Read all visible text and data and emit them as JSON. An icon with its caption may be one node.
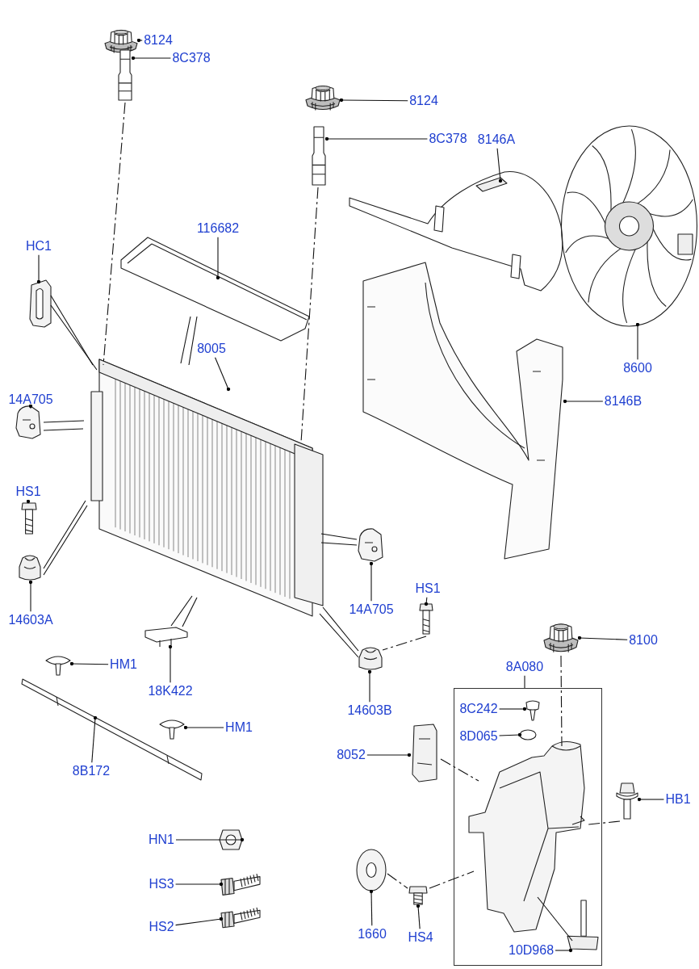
{
  "diagram": {
    "nodes": [
      {
        "text": [
          "8124"
        ]
      },
      {
        "text": [],
        "shape": "picture"
      },
      {
        "text": [
          "8C378"
        ]
      },
      {
        "text": [],
        "shape": "picture"
      },
      {
        "text": [
          "8124"
        ]
      },
      {
        "text": [],
        "shape": "picture"
      },
      {
        "text": [
          "8C378"
        ]
      },
      {
        "text": [],
        "shape": "picture"
      },
      {
        "text": [
          "8146A"
        ]
      },
      {
        "text": [],
        "shape": "picture"
      },
      {
        "text": [
          "116682"
        ]
      },
      {
        "text": [],
        "shape": "picture"
      },
      {
        "text": [
          "HC1"
        ]
      },
      {
        "text": [],
        "shape": "picture"
      },
      {
        "text": [
          "8005"
        ]
      },
      {
        "text": [],
        "shape": "picture"
      },
      {
        "text": [
          "8600"
        ]
      },
      {
        "text": [],
        "shape": "picture"
      },
      {
        "text": [
          "14A705"
        ]
      },
      {
        "text": [],
        "shape": "picture"
      },
      {
        "text": [
          "8146B"
        ]
      },
      {
        "text": [],
        "shape": "picture"
      },
      {
        "text": [
          "HS1"
        ]
      },
      {
        "text": [],
        "shape": "picture"
      },
      {
        "text": [
          "14603A"
        ]
      },
      {
        "text": [],
        "shape": "picture"
      },
      {
        "text": [
          "14A705"
        ]
      },
      {
        "text": [],
        "shape": "picture"
      },
      {
        "text": [
          "HS1"
        ]
      },
      {
        "text": [],
        "shape": "picture"
      },
      {
        "text": [
          "18K422"
        ]
      },
      {
        "text": [],
        "shape": "picture"
      },
      {
        "text": [
          "HM1"
        ]
      },
      {
        "text": [],
        "shape": "picture"
      },
      {
        "text": [
          "8B172"
        ]
      },
      {
        "text": [],
        "shape": "picture"
      },
      {
        "text": [
          "HM1"
        ]
      },
      {
        "text": [],
        "shape": "picture"
      },
      {
        "text": [
          "14603B"
        ]
      },
      {
        "text": [],
        "shape": "picture"
      },
      {
        "text": [
          "8100"
        ]
      },
      {
        "text": [],
        "shape": "picture"
      },
      {
        "text": [
          "8A080"
        ]
      },
      {
        "text": [],
        "shape": "box"
      },
      {
        "text": [
          "8C242"
        ],
        "in": 43
      },
      {
        "text": [],
        "shape": "picture",
        "in": 43
      },
      {
        "text": [
          "8D065"
        ],
        "in": 43
      },
      {
        "text": [],
        "shape": "picture",
        "in": 43
      },
      {
        "text": [
          "8052"
        ]
      },
      {
        "text": [],
        "shape": "picture"
      },
      {
        "text": [],
        "shape": "picture",
        "in": 43
      },
      {
        "text": [
          "HB1"
        ]
      },
      {
        "text": [],
        "shape": "picture"
      },
      {
        "text": [
          "HN1"
        ]
      },
      {
        "text": [],
        "shape": "picture"
      },
      {
        "text": [
          "HS3"
        ]
      },
      {
        "text": [],
        "shape": "picture"
      },
      {
        "text": [
          "HS2"
        ]
      },
      {
        "text": [],
        "shape": "picture"
      },
      {
        "text": [
          "1660"
        ]
      },
      {
        "text": [],
        "shape": "picture"
      },
      {
        "text": [
          "HS4"
        ]
      },
      {
        "text": [],
        "shape": "picture"
      },
      {
        "text": [
          "10D968"
        ],
        "in": 43
      },
      {
        "text": [],
        "shape": "picture",
        "in": 43
      }
    ],
    "edges": [
      {
        "from": 0,
        "to": 1,
        "arrow": "other"
      },
      {
        "from": 2,
        "to": 3,
        "arrow": "other"
      },
      {
        "from": 4,
        "to": 5,
        "arrow": "other"
      },
      {
        "from": 6,
        "to": 7,
        "arrow": "other"
      },
      {
        "from": 8,
        "to": 9,
        "arrow": "other"
      },
      {
        "from": 10,
        "to": 11,
        "arrow": "other"
      },
      {
        "from": 12,
        "to": 13,
        "arrow": "other"
      },
      {
        "from": 14,
        "to": 15,
        "arrow": "other"
      },
      {
        "from": 16,
        "to": 17,
        "arrow": "other"
      },
      {
        "from": 18,
        "to": 19,
        "arrow": "other"
      },
      {
        "from": 20,
        "to": 21,
        "arrow": "other"
      },
      {
        "from": 22,
        "to": 23,
        "arrow": "other"
      },
      {
        "from": 24,
        "to": 25,
        "arrow": "other"
      },
      {
        "from": 26,
        "to": 27,
        "arrow": "other"
      },
      {
        "from": 28,
        "to": 29,
        "arrow": "other"
      },
      {
        "from": 30,
        "to": 31,
        "arrow": "other"
      },
      {
        "from": 32,
        "to": 33,
        "arrow": "other"
      },
      {
        "from": 34,
        "to": 35,
        "arrow": "other"
      },
      {
        "from": 36,
        "to": 37,
        "arrow": "other"
      },
      {
        "from": 38,
        "to": 39,
        "arrow": "other"
      },
      {
        "from": 40,
        "to": 41,
        "arrow": "other"
      },
      {
        "from": 42,
        "to": 43,
        "arrow": "none"
      },
      {
        "from": 44,
        "to": 45,
        "arrow": "other"
      },
      {
        "from": 46,
        "to": 47,
        "arrow": "other"
      },
      {
        "from": 48,
        "to": 49,
        "arrow": "other"
      },
      {
        "from": 51,
        "to": 52,
        "arrow": "other"
      },
      {
        "from": 53,
        "to": 54,
        "arrow": "other"
      },
      {
        "from": 55,
        "to": 56,
        "arrow": "other"
      },
      {
        "from": 57,
        "to": 58,
        "arrow": "other"
      },
      {
        "from": 59,
        "to": 60,
        "arrow": "other"
      },
      {
        "from": 61,
        "to": 62,
        "arrow": "other"
      },
      {
        "from": 63,
        "to": 64,
        "arrow": "other"
      },
      {
        "from": 50,
        "to": 64,
        "arrow": "none"
      },
      {
        "from": 11,
        "to": 15,
        "arrow": "none"
      },
      {
        "from": 11,
        "to": 15,
        "arrow": "none"
      },
      {
        "from": 13,
        "to": 15,
        "arrow": "none"
      },
      {
        "from": 13,
        "to": 15,
        "arrow": "none"
      },
      {
        "from": 19,
        "to": 15,
        "arrow": "none"
      },
      {
        "from": 19,
        "to": 15,
        "arrow": "none"
      },
      {
        "from": 25,
        "to": 15,
        "arrow": "none"
      },
      {
        "from": 25,
        "to": 15,
        "arrow": "none"
      },
      {
        "from": 27,
        "to": 15,
        "arrow": "none"
      },
      {
        "from": 27,
        "to": 15,
        "arrow": "none"
      },
      {
        "from": 31,
        "to": 15,
        "arrow": "none"
      },
      {
        "from": 31,
        "to": 15,
        "arrow": "none"
      },
      {
        "from": 39,
        "to": 15,
        "arrow": "none"
      },
      {
        "from": 39,
        "to": 15,
        "arrow": "none"
      },
      {
        "from": 3,
        "to": 15,
        "arrow": "none",
        "style": "dashed"
      },
      {
        "from": 7,
        "to": 15,
        "arrow": "none",
        "style": "dashed"
      },
      {
        "from": 29,
        "to": 39,
        "arrow": "none",
        "style": "dashed"
      },
      {
        "from": 41,
        "to": 50,
        "arrow": "none",
        "style": "dashed"
      },
      {
        "from": 49,
        "to": 50,
        "arrow": "none",
        "style": "dashed"
      },
      {
        "from": 52,
        "to": 50,
        "arrow": "none",
        "style": "dashed"
      },
      {
        "from": 62,
        "to": 50,
        "arrow": "none",
        "style": "dashed"
      },
      {
        "from": 60,
        "to": 62,
        "arrow": "none",
        "style": "dashed"
      }
    ]
  }
}
